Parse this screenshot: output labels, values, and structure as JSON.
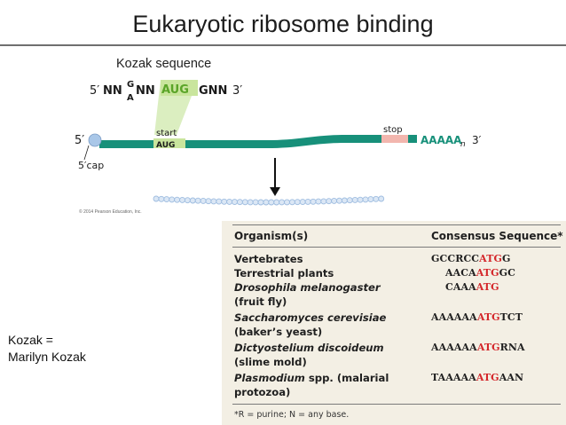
{
  "title": "Eukaryotic ribosome binding",
  "kozak_label": "Kozak sequence",
  "diagram": {
    "seq_5": "5′",
    "seq_nn": "NN",
    "seq_g": "G",
    "seq_a": "A",
    "seq_nn2": "NN",
    "seq_aug": "AUG",
    "seq_gnn": "GNN",
    "seq_3": "3′",
    "mrna_5": "5′",
    "cap": "5′cap",
    "start": "start",
    "start_codon": "AUG",
    "stop": "stop",
    "polya": "AAAAA",
    "polya_n": "n",
    "mrna_3": "3′",
    "colors": {
      "mrna": "#17907a",
      "kozak": "#9ecf5a",
      "stop": "#f2b6ae",
      "cap": "#a9c7e8",
      "bead": "#9fbde0"
    }
  },
  "credit": "© 2014 Pearson Education, Inc.",
  "kozak_note_line1": "Kozak =",
  "kozak_note_line2": "Marilyn Kozak",
  "table": {
    "header_organism": "Organism(s)",
    "header_consensus": "Consensus Sequence*",
    "rows": [
      {
        "organism": "Vertebrates",
        "pre": "GCCRCC",
        "atg": "ATG",
        "post": "G"
      },
      {
        "organism": "Terrestrial plants",
        "pre": "AACA",
        "atg": "ATG",
        "post": "GC"
      },
      {
        "organism": "Drosophila melanogaster",
        "organism2": "(fruit fly)",
        "pre": "CAAA",
        "atg": "ATG",
        "post": ""
      },
      {
        "organism": "Saccharomyces cerevisiae",
        "organism2": "(baker’s yeast)",
        "pre": "AAAAAA",
        "atg": "ATG",
        "post": "TCT"
      },
      {
        "organism": "Dictyostelium discoideum",
        "organism2": "(slime mold)",
        "pre": "AAAAAA",
        "atg": "ATG",
        "post": "RNA"
      },
      {
        "organism": "Plasmodium",
        "organism_rest": " spp. (malarial",
        "organism2": "protozoa)",
        "pre": "TAAAAA",
        "atg": "ATG",
        "post": "AAN"
      }
    ],
    "footnote": "*R = purine; N = any base."
  }
}
